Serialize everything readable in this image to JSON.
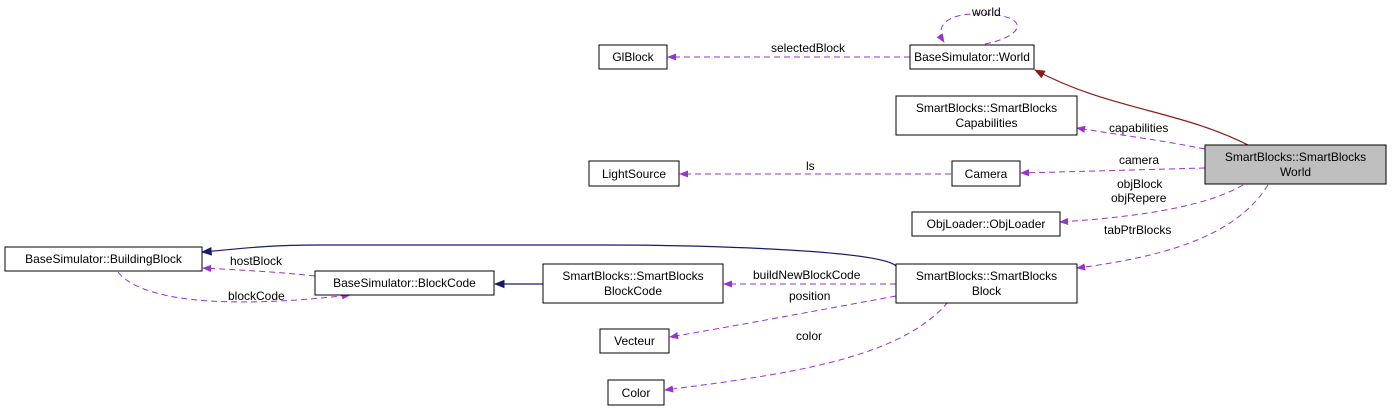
{
  "nodes": {
    "world_main": {
      "line1": "SmartBlocks::SmartBlocks",
      "line2": "World"
    },
    "base_world": {
      "line1": "BaseSimulator::World"
    },
    "glblock": {
      "line1": "GlBlock"
    },
    "capabilities": {
      "line1": "SmartBlocks::SmartBlocks",
      "line2": "Capabilities"
    },
    "camera": {
      "line1": "Camera"
    },
    "lightsource": {
      "line1": "LightSource"
    },
    "objloader": {
      "line1": "ObjLoader::ObjLoader"
    },
    "building_block": {
      "line1": "BaseSimulator::BuildingBlock"
    },
    "block_code": {
      "line1": "BaseSimulator::BlockCode"
    },
    "sb_block_code": {
      "line1": "SmartBlocks::SmartBlocks",
      "line2": "BlockCode"
    },
    "sb_block": {
      "line1": "SmartBlocks::SmartBlocks",
      "line2": "Block"
    },
    "vecteur": {
      "line1": "Vecteur"
    },
    "color": {
      "line1": "Color"
    }
  },
  "edge_labels": {
    "world": "world",
    "selectedBlock": "selectedBlock",
    "capabilities": "capabilities",
    "camera": "camera",
    "ls": "ls",
    "objBlock": "objBlock",
    "objRepere": "objRepere",
    "tabPtrBlocks": "tabPtrBlocks",
    "hostBlock": "hostBlock",
    "blockCode": "blockCode",
    "buildNewBlockCode": "buildNewBlockCode",
    "position": "position",
    "color": "color"
  },
  "colors": {
    "usage_edge": "#9a32cd",
    "inheritance_edge": "#191970",
    "inheritance_edge_red": "#8b1a1a",
    "highlight_fill": "#bfbfbf"
  }
}
